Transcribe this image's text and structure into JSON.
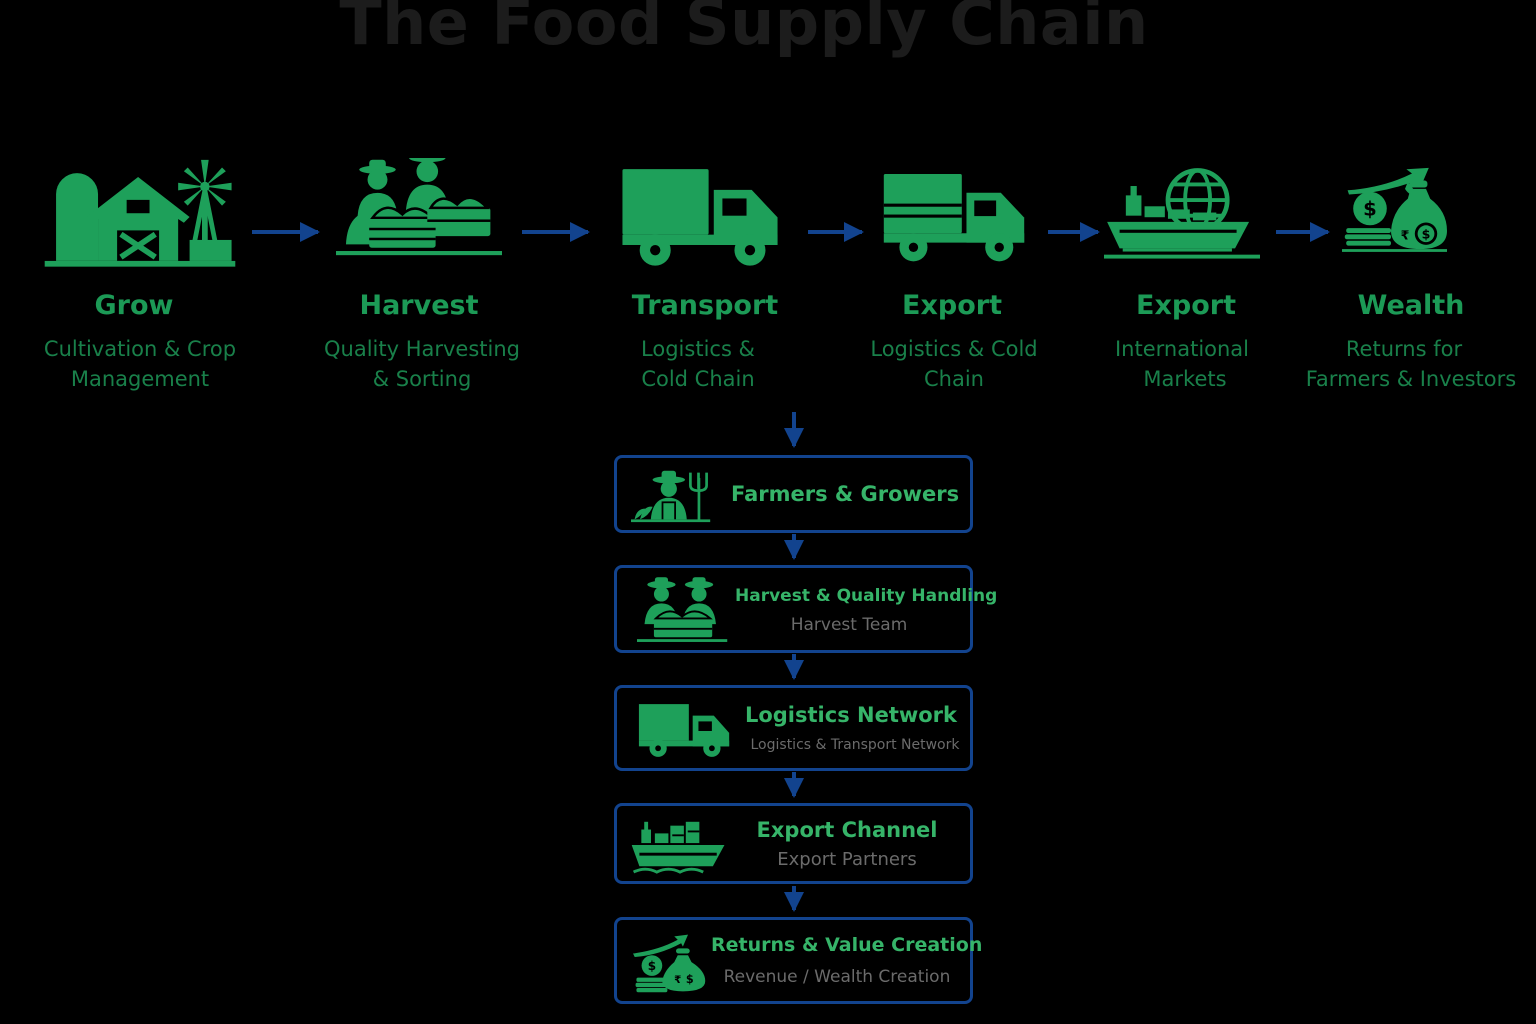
{
  "title": "The Food Supply Chain",
  "colors": {
    "accent_green": "#1ea05a",
    "arrow_blue": "#12438e",
    "background": "#000000"
  },
  "stages": [
    {
      "label": "Grow",
      "desc_line1": "Cultivation & Crop",
      "desc_line2": "Management",
      "icon": "farm-barn-windmill-icon"
    },
    {
      "label": "Harvest",
      "desc_line1": "Quality Harvesting",
      "desc_line2": "& Sorting",
      "icon": "harvest-workers-icon"
    },
    {
      "label": "Transport",
      "desc_line1": "Logistics &",
      "desc_line2": "Cold Chain",
      "icon": "delivery-truck-icon"
    },
    {
      "label": "Export",
      "desc_line1": "Logistics & Cold",
      "desc_line2": "Chain",
      "icon": "cargo-truck-icon"
    },
    {
      "label": "Export",
      "desc_line1": "International",
      "desc_line2": "Markets",
      "icon": "cargo-ship-globe-icon"
    },
    {
      "label": "Wealth",
      "desc_line1": "Returns for",
      "desc_line2": "Farmers & Investors",
      "icon": "money-bags-growth-icon"
    }
  ],
  "boxes": [
    {
      "title": "Farmers & Growers",
      "subtitle": "",
      "icon": "farmer-pitchfork-icon"
    },
    {
      "title": "Harvest & Quality Handling",
      "subtitle": "Harvest Team",
      "icon": "harvest-team-icon"
    },
    {
      "title": "Logistics Network",
      "subtitle": "Logistics & Transport Network",
      "icon": "truck-icon"
    },
    {
      "title": "Export Channel",
      "subtitle": "Export Partners",
      "icon": "cargo-ship-icon"
    },
    {
      "title": "Returns & Value Creation",
      "subtitle": "Revenue / Wealth Creation",
      "icon": "money-growth-icon"
    }
  ]
}
